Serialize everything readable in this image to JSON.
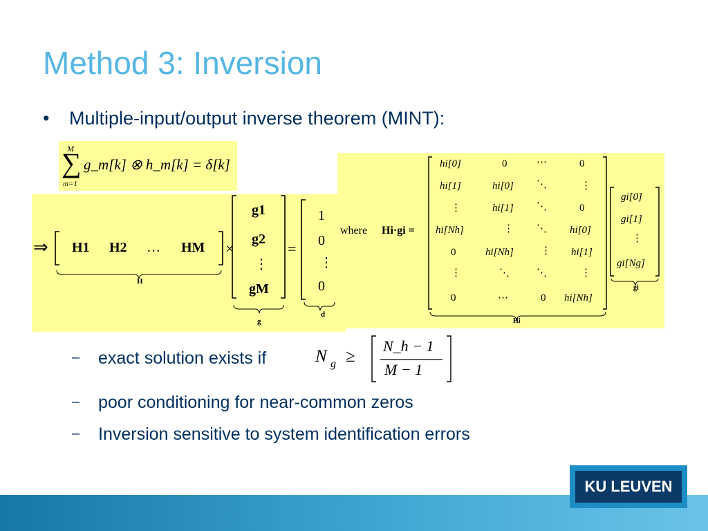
{
  "slide": {
    "title": "Method 3: Inversion",
    "bullet": {
      "marker": "•",
      "text": "Multiple-input/output inverse theorem (MINT):"
    },
    "sub_bullets": [
      {
        "marker": "–",
        "text": "exact solution exists if",
        "formula": {
          "lhs": "N",
          "lhs_sub": "g",
          "rel": "≥",
          "num": "N_h − 1",
          "den": "M − 1"
        }
      },
      {
        "marker": "–",
        "text": "poor conditioning for near-common zeros"
      },
      {
        "marker": "–",
        "text": "Inversion sensitive to system identification errors"
      }
    ],
    "logo_text": "KU LEUVEN"
  },
  "equation1": {
    "sum_top": "M",
    "sum_bottom": "m=1",
    "body": "g_m[k] ⊗ h_m[k] = δ[k]"
  },
  "equation2": {
    "implies": "⇒",
    "H_row": [
      "H1",
      "H2",
      "…",
      "HM"
    ],
    "H_label": "H",
    "times": "×",
    "g_col": [
      "g1",
      "g2",
      "⋮",
      "gM"
    ],
    "g_label": "g",
    "equals": "=",
    "d_col": [
      "1",
      "0",
      "⋮",
      "0"
    ],
    "d_label": "d"
  },
  "equation3": {
    "where": "where",
    "lhs": "Hi·gi =",
    "matrix": [
      [
        "hi[0]",
        "0",
        "⋯",
        "0"
      ],
      [
        "hi[1]",
        "hi[0]",
        "⋱",
        "⋮"
      ],
      [
        "⋮",
        "hi[1]",
        "⋱",
        "0"
      ],
      [
        "hi[Nh]",
        "⋮",
        "⋱",
        "hi[0]"
      ],
      [
        "0",
        "hi[Nh]",
        "⋮",
        "hi[1]"
      ],
      [
        "⋮",
        "⋱",
        "⋱",
        "⋮"
      ],
      [
        "0",
        "⋯",
        "0",
        "hi[Nh]"
      ]
    ],
    "matrix_label": "Hi",
    "vector": [
      "gi[0]",
      "gi[1]",
      "⋮",
      "gi[Ng]"
    ],
    "vector_label": "gi"
  },
  "colors": {
    "title": "#55b6e4",
    "text": "#002f5f",
    "highlight": "#ffff99",
    "logo_bg": "#0b3a67",
    "logo_border": "#1d8dc6"
  }
}
